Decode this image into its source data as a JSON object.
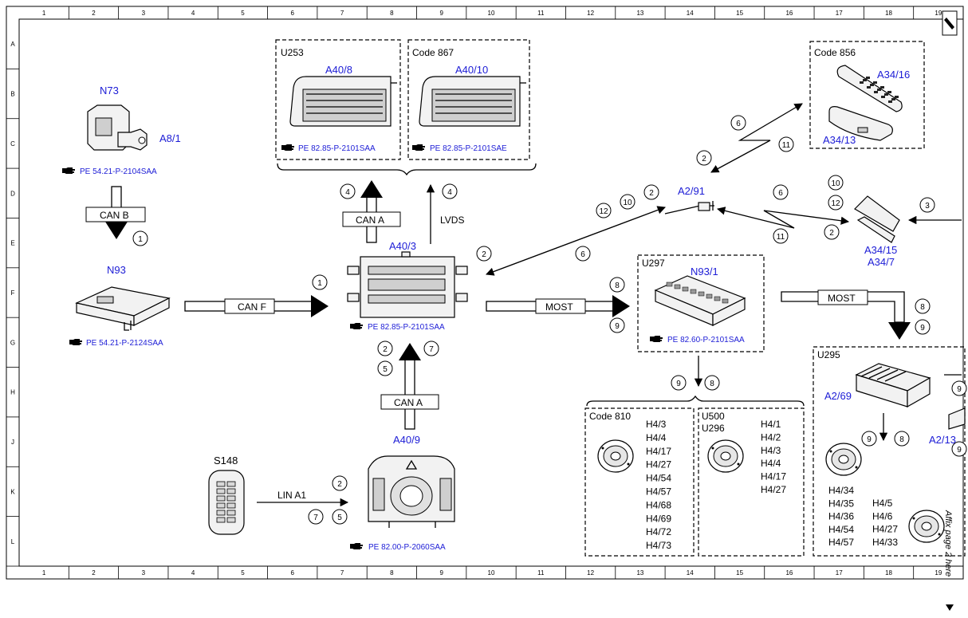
{
  "grid": {
    "columns": [
      "1",
      "2",
      "3",
      "4",
      "5",
      "6",
      "7",
      "8",
      "9",
      "10",
      "11",
      "12",
      "13",
      "14",
      "15",
      "16",
      "17",
      "18",
      "19"
    ],
    "rows": [
      "A",
      "B",
      "C",
      "D",
      "E",
      "F",
      "G",
      "H",
      "J",
      "K",
      "L"
    ]
  },
  "groups": {
    "u253": "U253",
    "code867": "Code 867",
    "code856": "Code 856",
    "u297": "U297",
    "code810": "Code 810",
    "u500": "U500",
    "u296": "U296",
    "u295": "U295"
  },
  "components": {
    "n73": "N73",
    "a8_1": "A8/1",
    "n93": "N93",
    "a40_8": "A40/8",
    "a40_10": "A40/10",
    "a40_3": "A40/3",
    "a40_9": "A40/9",
    "s148": "S148",
    "a2_91": "A2/91",
    "a34_16": "A34/16",
    "a34_13": "A34/13",
    "a34_15": "A34/15",
    "a34_7": "A34/7",
    "n93_1": "N93/1",
    "a2_69": "A2/69",
    "a2_13": "A2/13"
  },
  "refs": {
    "n73": "PE 54.21-P-2104SAA",
    "n93": "PE 54.21-P-2124SAA",
    "a40_8": "PE 82.85-P-2101SAA",
    "a40_10": "PE 82.85-P-2101SAE",
    "a40_3": "PE 82.85-P-2101SAA",
    "a40_9": "PE 82.00-P-2060SAA",
    "n93_1": "PE 82.60-P-2101SAA"
  },
  "buses": {
    "can_b": "CAN B",
    "can_f": "CAN F",
    "can_a_top": "CAN A",
    "lvds": "LVDS",
    "can_a_bottom": "CAN A",
    "lin_a1": "LIN A1",
    "most_center": "MOST",
    "most_right": "MOST"
  },
  "circles": {
    "c_nb": "1",
    "c_canf": "1",
    "c_cana_top": "4",
    "c_lvds": "4",
    "c_cana_b1": "2",
    "c_cana_b2": "7",
    "c_cana_b3": "5",
    "c_lin1": "2",
    "c_lin2": "7",
    "c_lin3": "5",
    "c_a403_2": "2",
    "c_a403_6": "6",
    "c_a291_12": "12",
    "c_a291_10": "10",
    "c_a291_2": "2",
    "c_856_6": "6",
    "c_856_2": "2",
    "c_856_11": "11",
    "c_a3415_6": "6",
    "c_a3415_11": "11",
    "c_a3415_10": "10",
    "c_a3415_12": "12",
    "c_a3415_2": "2",
    "c_a3415_3": "3",
    "c_most_8": "8",
    "c_most_9": "9",
    "c_mostr_8": "8",
    "c_mostr_9": "9",
    "c_n931_9": "9",
    "c_n931_8": "8",
    "c_a269_9": "9",
    "c_a269_8": "8",
    "c_u295_9a": "9",
    "c_u295_9b": "9"
  },
  "speakers": {
    "code810": [
      "H4/3",
      "H4/4",
      "H4/17",
      "H4/27",
      "H4/54",
      "H4/57",
      "H4/68",
      "H4/69",
      "H4/72",
      "H4/73"
    ],
    "u500": [
      "H4/1",
      "H4/2",
      "H4/3",
      "H4/4",
      "H4/17",
      "H4/27"
    ],
    "u295_left": [
      "H4/34",
      "H4/35",
      "H4/36",
      "H4/54",
      "H4/57"
    ],
    "u295_right": [
      "H4/5",
      "H4/6",
      "H4/27",
      "H4/33"
    ]
  },
  "footer": {
    "affix": "Affix page 2 here"
  },
  "icons": [
    "hand-pointer-icon",
    "pen-icon",
    "arrow-down-icon"
  ],
  "colors": {
    "label_blue": "#1c1cd6",
    "line": "#000000"
  }
}
